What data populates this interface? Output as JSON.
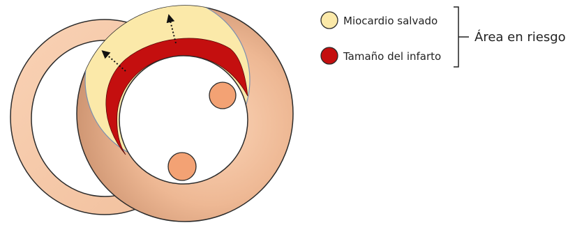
{
  "legend": {
    "items": [
      {
        "label": "Miocardio salvado",
        "color": "#fbe9a9"
      },
      {
        "label": "Tamaño del infarto",
        "color": "#c40f0f"
      }
    ],
    "bracket_label": "Área en riesgo"
  },
  "colors": {
    "wall_light": "#f7c9a9",
    "wall_dark": "#d8a07e",
    "papillary": "#f3a274",
    "outline": "#2b2b2b",
    "salvaged": "#fbe9a9",
    "infarct": "#c40f0f"
  }
}
